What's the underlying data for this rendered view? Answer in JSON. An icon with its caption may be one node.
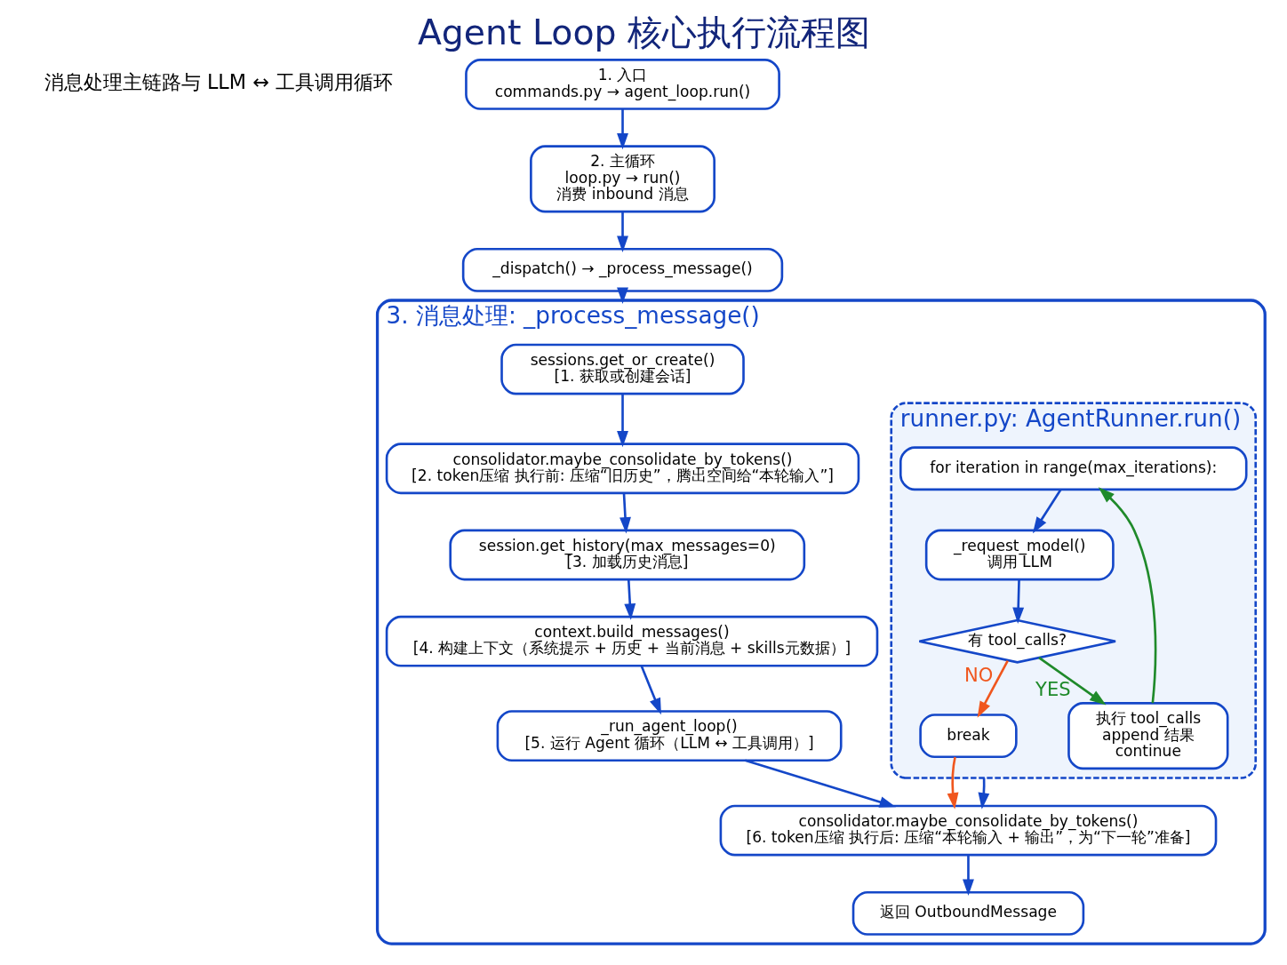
{
  "diagram": {
    "title": "Agent Loop 核心执行流程图",
    "nodes": [
      {
        "text": [
          "1. 入口",
          "commands.py → agent_loop.run()"
        ]
      },
      {
        "text": [
          "2. 主循环",
          "loop.py → run()",
          "消费 inbound 消息"
        ]
      },
      {
        "text": [
          "_dispatch() → _process_message()"
        ]
      },
      {
        "text": [
          "3. 消息处理: _process_message()"
        ]
      },
      {
        "text": [
          "sessions.get_or_create()",
          "[1. 获取或创建会话]"
        ],
        "in": 3
      },
      {
        "text": [
          "consolidator.maybe_consolidate_by_tokens()",
          "[2. token压缩 执行前: 压缩“旧历史”，腾出空间给“本轮输入”]"
        ],
        "in": 3
      },
      {
        "text": [
          "session.get_history(max_messages=0)",
          "[3. 加载历史消息]"
        ],
        "in": 3
      },
      {
        "text": [
          "context.build_messages()",
          "[4. 构建上下文（系统提示 + 历史 + 当前消息 + skills元数据）]"
        ],
        "in": 3
      },
      {
        "text": [
          "_run_agent_loop()",
          "[5. 运行 Agent 循环（LLM ↔ 工具调用）]"
        ],
        "in": 3
      },
      {
        "text": [
          "runner.py: AgentRunner.run()"
        ],
        "in": 3
      },
      {
        "text": [
          "for iteration in range(max_iterations):"
        ],
        "in": 9
      },
      {
        "text": [
          "_request_model()",
          "调用 LLM"
        ],
        "in": 9
      },
      {
        "text": [
          "有 tool_calls?"
        ],
        "in": 9
      },
      {
        "text": [
          "执行 tool_calls",
          "append 结果",
          "continue"
        ],
        "in": 9
      },
      {
        "text": [
          "break"
        ],
        "in": 9
      },
      {
        "text": [
          "consolidator.maybe_consolidate_by_tokens()",
          "[6. token压缩 执行后: 压缩“本轮输入 + 输出”，为“下一轮”准备]"
        ],
        "in": 3
      },
      {
        "text": [
          "返回 OutboundMessage"
        ],
        "in": 3
      }
    ],
    "edges": [
      {
        "from": 0,
        "to": 1,
        "arrow": "to"
      },
      {
        "from": 1,
        "to": 2,
        "arrow": "to"
      },
      {
        "from": 2,
        "to": 3,
        "arrow": "to"
      },
      {
        "from": 4,
        "to": 5,
        "arrow": "to"
      },
      {
        "from": 5,
        "to": 6,
        "arrow": "to"
      },
      {
        "from": 6,
        "to": 7,
        "arrow": "to"
      },
      {
        "from": 7,
        "to": 8,
        "arrow": "to"
      },
      {
        "from": 8,
        "to": 15,
        "arrow": "to"
      },
      {
        "from": 10,
        "to": 11,
        "arrow": "to"
      },
      {
        "from": 11,
        "to": 12,
        "arrow": "to"
      },
      {
        "from": 12,
        "to": 13,
        "arrow": "to",
        "label": "YES",
        "color": "#1f8a2a"
      },
      {
        "from": 12,
        "to": 14,
        "arrow": "to",
        "label": "NO",
        "color": "#f0561e"
      },
      {
        "from": 13,
        "to": 10,
        "arrow": "to",
        "color": "#1f8a2a"
      },
      {
        "from": 14,
        "to": 15,
        "arrow": "to",
        "color": "#f0561e"
      },
      {
        "from": 9,
        "to": 15,
        "arrow": "to"
      },
      {
        "from": 15,
        "to": 16,
        "arrow": "to"
      }
    ],
    "labels": [
      "消息处理主链路与 LLM ↔ 工具调用循环"
    ]
  }
}
